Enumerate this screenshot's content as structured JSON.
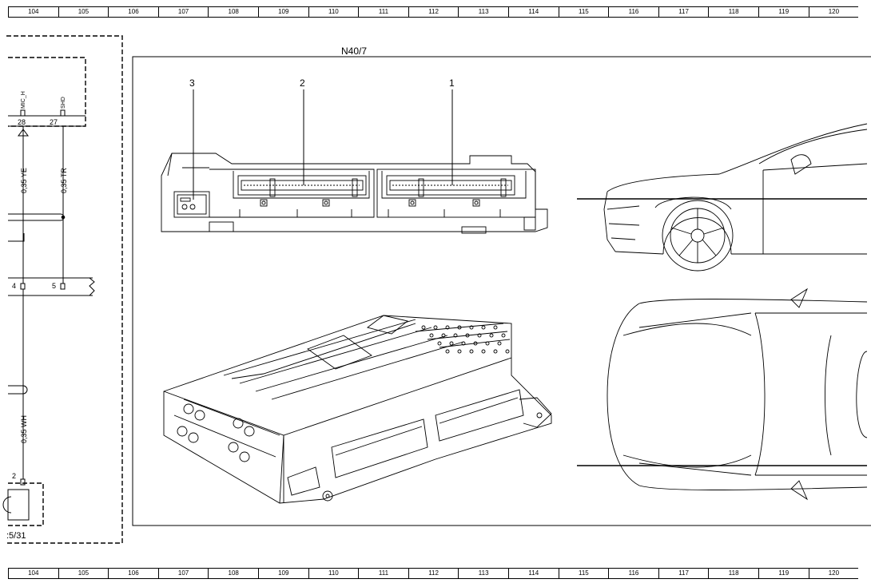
{
  "ruler": {
    "columns": [
      "104",
      "105",
      "106",
      "107",
      "108",
      "109",
      "110",
      "111",
      "112",
      "113",
      "114",
      "115",
      "116",
      "117",
      "118",
      "119",
      "120"
    ]
  },
  "component": {
    "name": "N40/7"
  },
  "callouts": {
    "one": "1",
    "two": "2",
    "three": "3"
  },
  "pins": {
    "p28": "28",
    "p27": "27",
    "p4": "4",
    "p5": "5",
    "p2": "2"
  },
  "signals": {
    "mic_h": "MIC_H",
    "shd": "SHD"
  },
  "wires": {
    "ye": "0,35 YE",
    "tr": "0,35 TR",
    "wh": "0,35 WH"
  },
  "partial_label": ":5/31"
}
